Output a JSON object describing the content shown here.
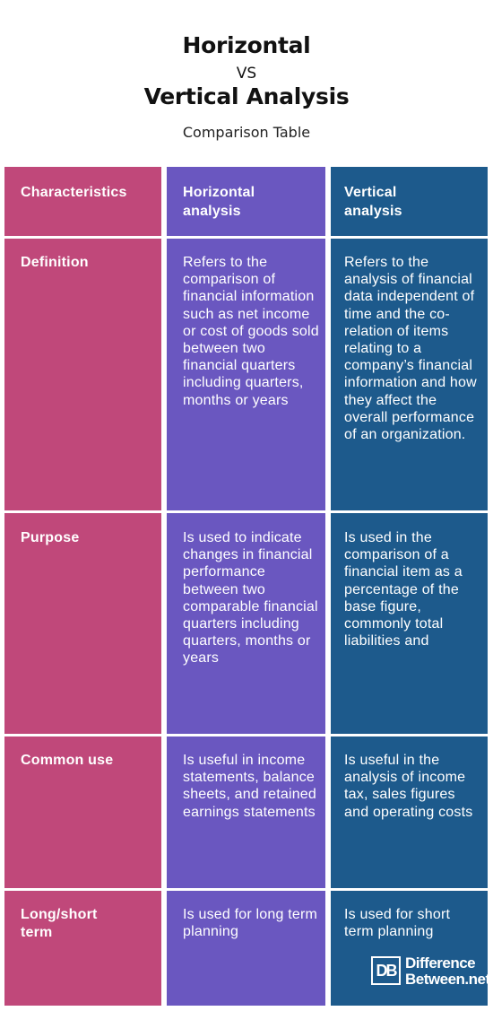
{
  "header": {
    "title_line1": "Horizontal",
    "vs": "VS",
    "title_line2": "Vertical Analysis",
    "subtitle": "Comparison Table"
  },
  "table": {
    "columns": [
      "Characteristics",
      "Horizontal analysis",
      "Vertical analysis"
    ],
    "rows": [
      {
        "label": "Definition",
        "horizontal": "Refers to the comparison of financial information such as net income or cost of goods sold between two financial quarters including quarters, months or years",
        "vertical": "Refers to the analysis of financial data independent of time and the co-relation of items relating to a company’s financial information and how they affect the overall performance of an organization."
      },
      {
        "label": "Purpose",
        "horizontal": "Is used to indicate changes in financial performance between two comparable financial quarters including quarters, months or years",
        "vertical": "Is used in the comparison of a financial item as a percentage of the base figure, commonly total liabilities and"
      },
      {
        "label": "Common use",
        "horizontal": "Is useful in income statements, balance sheets, and retained earnings statements",
        "vertical": "Is useful in the analysis of income tax, sales figures and operating costs"
      },
      {
        "label": "Long/short term",
        "horizontal": "Is used for long term planning",
        "vertical": "Is used for short term planning"
      }
    ]
  },
  "logo": {
    "mark": "DB",
    "line1": "Difference",
    "line2": "Between.net"
  },
  "colors": {
    "characteristics_column": "#c0487a",
    "horizontal_column": "#6a57c0",
    "vertical_column": "#1d5a8c"
  }
}
